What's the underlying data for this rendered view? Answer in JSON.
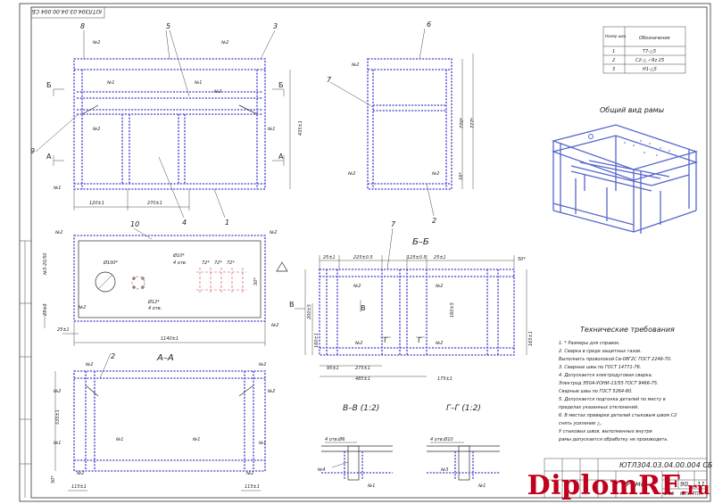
{
  "stamp_top": "ЮТЛ304.03.04.00.004 СБ",
  "callouts": {
    "n1": "1",
    "n2": "2",
    "n3": "3",
    "n4": "4",
    "n5": "5",
    "n6": "6",
    "n7": "7",
    "n8": "8",
    "n9": "9",
    "n10": "10"
  },
  "welds": {
    "w1": "№1",
    "w2": "№2",
    "w3": "№3",
    "w4": "№4",
    "w5_20": "№5-20/50"
  },
  "section_marks": {
    "b": "Б",
    "a": "А",
    "v": "В",
    "g": "Г"
  },
  "view_titles": {
    "aa": "А–А",
    "bb": "Б–Б",
    "vv": "В–В (1:2)",
    "gg": "Г–Г (1:2)",
    "general_view": "Общий вид рамы"
  },
  "dims": {
    "front_w1": "120±1",
    "front_w2": "270±1",
    "front_h": "435±1",
    "side_h1": "770*",
    "side_h2": "777*",
    "side_h3": "16*",
    "top_d1": "Ø100*",
    "top_d2": "Ø10*",
    "top_holes": "4 отв.",
    "top_d3": "Ø12*",
    "top_holes2": "4 отв.",
    "top_g1": "72*",
    "top_g2": "72*",
    "top_g3": "72*",
    "top_g4": "50*",
    "top_left1": "25±1",
    "top_left2": "25±1",
    "top_len": "1140±1",
    "aa_h": "535±1",
    "aa_b1": "50*",
    "aa_b2": "115±1",
    "aa_b3": "115±1",
    "bb_t1": "25±1",
    "bb_t2": "225±0.5",
    "bb_t3": "125±0.5",
    "bb_t4": "25±1",
    "bb_t5": "50*",
    "bb_l1": "200±5",
    "bb_l2": "160±1",
    "bb_r1": "160±5",
    "bb_r2": "165±1",
    "bb_b1": "95±1",
    "bb_b2": "275±1",
    "bb_b3": "485±1",
    "bb_b4": "175±1",
    "vv_label": "4 отв.Ø6",
    "gg_label": "4 отв.Ø10"
  },
  "weld_table": {
    "head": [
      "Номер шва",
      "Обозначение"
    ],
    "rows": [
      [
        "1",
        "Т7-△5"
      ],
      [
        "2",
        "С2-△ ✓Rz 25"
      ],
      [
        "3",
        "Н1-△5"
      ]
    ]
  },
  "tech_req": {
    "title": "Технические требования",
    "items": [
      "1. * Размеры для справок.",
      "2. Сварка в среде защитных газов.",
      "   Выполнить проволокой Св-08Г2С ГОСТ 2246-70.",
      "3. Сварные швы по ГОСТ 14771-76.",
      "4. Допускается электродуговая сварка.",
      "   Электрод Э50А-УОНИ-13/55 ГОСТ 9466-75.",
      "   Сварные швы по ГОСТ 5264-80.",
      "5. Допускается подгонка деталей по месту в",
      "   пределах указанных отклонений.",
      "6. В местах приварки деталей стыковым швом С2",
      "   снять усиление  △.",
      "   У стыковых швов, выполненных внутри",
      "   рамы допускается обработку не производить."
    ]
  },
  "title_block": {
    "doc_code": "ЮТЛ304.03.04.00.004 СБ",
    "name": "Рама",
    "scale": "1:10",
    "mass": "90",
    "sheet": "11",
    "org": "ЮТИ ТПУ"
  },
  "watermark": {
    "main": "DiplomRF",
    "suffix": ".ru"
  }
}
